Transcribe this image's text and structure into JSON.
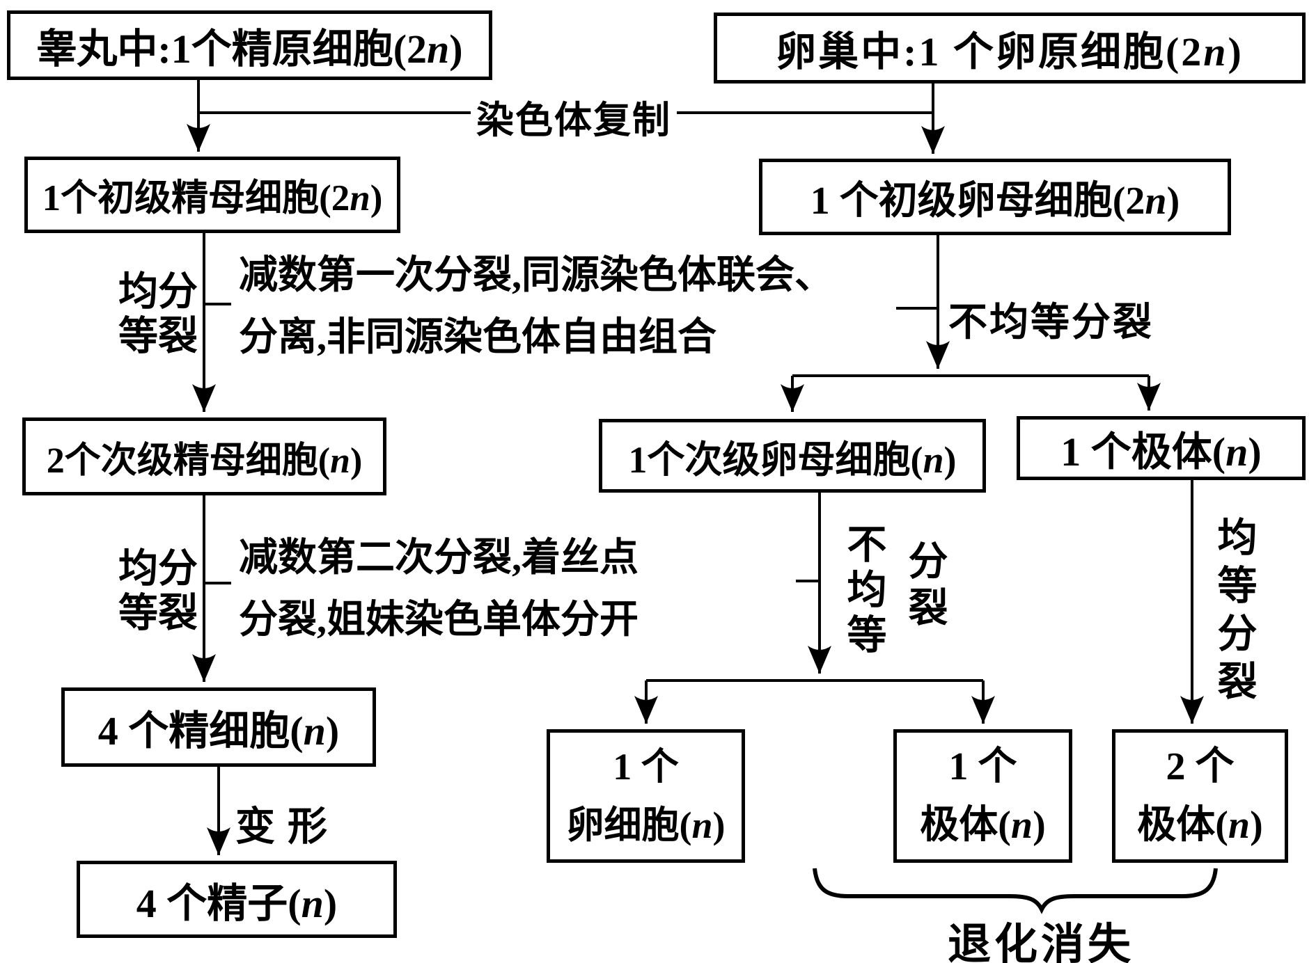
{
  "diagram_type": "meiosis-gametogenesis-flowchart",
  "colors": {
    "line": "#000000",
    "background": "#ffffff",
    "text": "#000000"
  },
  "boxes": {
    "spermatogonium": "睾丸中:1个精原细胞(2n)",
    "oogonium": "卵巢中:1 个卵原细胞(2n)",
    "primary_spermatocyte": "1个初级精母细胞(2n)",
    "primary_oocyte": "1 个初级卵母细胞(2n)",
    "secondary_spermatocyte": "2个次级精母细胞(n)",
    "secondary_oocyte": "1个次级卵母细胞(n)",
    "first_polar_body": "1 个极体(n)",
    "spermatids": "4 个精细胞(n)",
    "sperm": "4 个精子(n)",
    "egg_line1": "1 个",
    "egg_line2": "卵细胞(n)",
    "polar_body_small_line1": "1 个",
    "polar_body_small_line2": "极体(n)",
    "polar_body_two_line1": "2 个",
    "polar_body_two_line2": "极体(n)"
  },
  "labels": {
    "chromosome_replication": "染色体复制",
    "equal_division_line1": "均分",
    "equal_division_line2": "等裂",
    "meiosis1_line1": "减数第一次分裂,同源染色体联会、",
    "meiosis1_line2": "分离,非同源染色体自由组合",
    "unequal_division": "不均等分裂",
    "meiosis2_line1": "减数第二次分裂,着丝点",
    "meiosis2_line2": "分裂,姐妹染色单体分开",
    "unequal_division_vert_col1": "不均等",
    "unequal_division_vert_col2": "分裂",
    "equal_division_vert": "均等分裂",
    "transformation": "变形",
    "degenerate_disappear": "退化消失"
  }
}
